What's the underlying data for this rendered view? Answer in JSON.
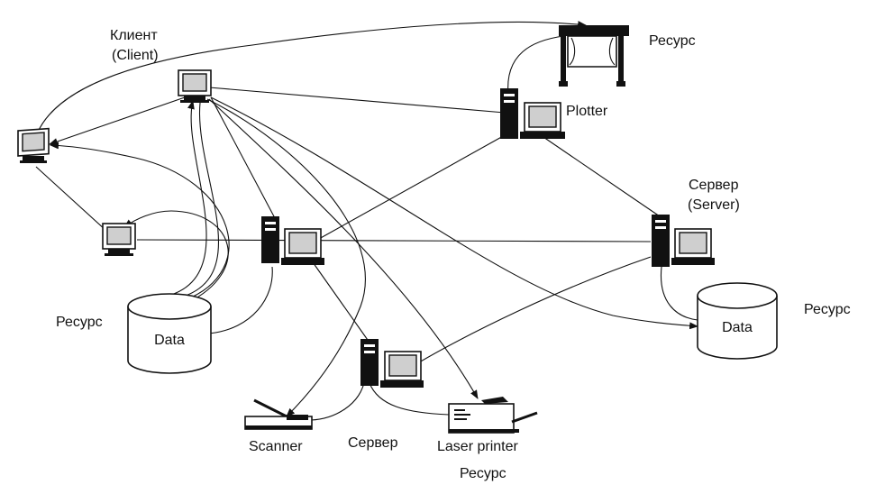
{
  "labels": {
    "client_ru": "Клиент",
    "client_en": "(Client)",
    "resource_plotter": "Ресурс",
    "plotter": "Plotter",
    "server_ru": "Сервер",
    "server_en": "(Server)",
    "resource_right_data": "Ресурс",
    "resource_left_data": "Ресурс",
    "data_left": "Data",
    "data_right": "Data",
    "scanner": "Scanner",
    "server_bottom": "Сервер",
    "laser_printer": "Laser printer",
    "resource_printer": "Ресурс"
  },
  "icons": {
    "client_top": "monitor-icon",
    "client_left": "monitor-icon",
    "client_mid": "monitor-icon",
    "server_center": "server-computer-icon",
    "server_plotter": "server-computer-icon",
    "server_right": "server-computer-icon",
    "server_bottom": "server-computer-icon",
    "plotter": "plotter-icon",
    "scanner": "scanner-icon",
    "printer": "laser-printer-icon",
    "data_left": "database-cylinder-icon",
    "data_right": "database-cylinder-icon"
  }
}
